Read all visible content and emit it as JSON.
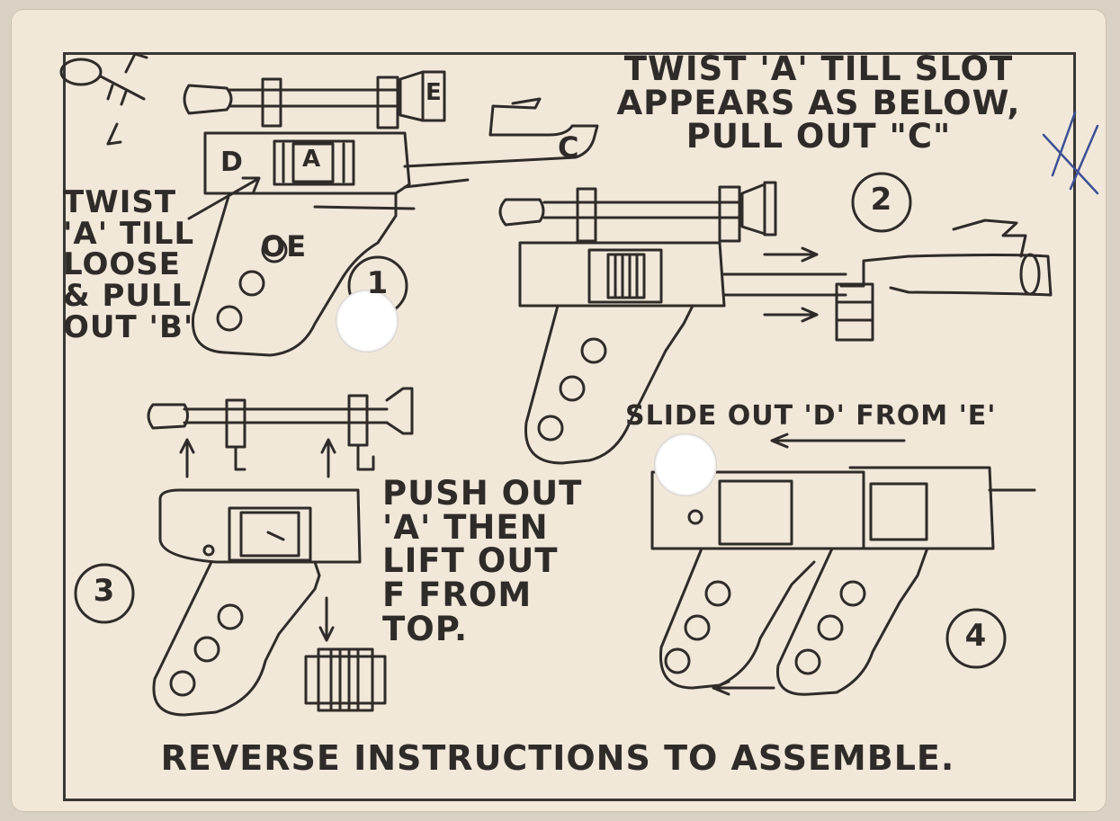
{
  "card": {
    "step1_text": "TWIST\n'A' TILL\nLOOSE\n& PULL\nOUT 'B'",
    "step2_text": "TWIST 'A' TILL SLOT\nAPPEARS AS BELOW,\nPULL OUT \"C\"",
    "step3_text": "PUSH OUT\n'A' THEN\nLIFT OUT\nF  FROM\n   TOP.",
    "step4_text": "SLIDE OUT 'D' FROM 'E'",
    "footer_text": "REVERSE INSTRUCTIONS TO ASSEMBLE."
  },
  "parts": {
    "a": "A",
    "c": "C",
    "d": "D",
    "e": "E",
    "oe": "OE"
  },
  "step_numbers": [
    "1",
    "2",
    "3",
    "4"
  ],
  "colors": {
    "ink": "#2f2b28",
    "paper": "#f1e8da",
    "pen_mark": "#3c4f94"
  }
}
